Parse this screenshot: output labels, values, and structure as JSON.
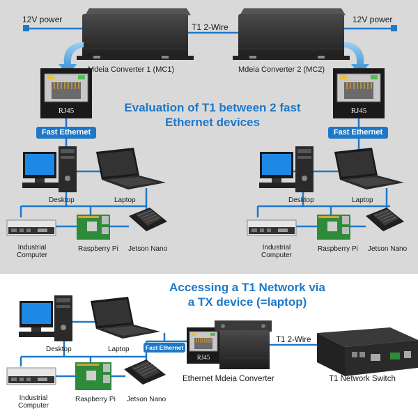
{
  "top": {
    "power_left": "12V power",
    "power_right": "12V power",
    "wire_label": "T1 2-Wire",
    "mc1_label": "Mdeia Converter 1 (MC1)",
    "mc2_label": "Mdeia Converter 2 (MC2)",
    "rj45_left": "RJ45",
    "rj45_right": "RJ45",
    "title_line1": "Evaluation of T1 between 2 fast",
    "title_line2": "Ethernet devices",
    "fe_left": "Fast Ethernet",
    "fe_right": "Fast Ethernet",
    "left_devices": {
      "desktop": "Desktop",
      "laptop": "Laptop",
      "industrial": "Industrial\nComputer",
      "raspberry": "Raspberry Pi",
      "jetson": "Jetson Nano"
    },
    "right_devices": {
      "desktop": "Desktop",
      "laptop": "Laptop",
      "industrial": "Industrial\nComputer",
      "raspberry": "Raspberry Pi",
      "jetson": "Jetson Nano"
    }
  },
  "bottom": {
    "title_line1": "Accessing a T1 Network via",
    "title_line2": "a TX device (=laptop)",
    "fe_label": "Fast Ethernet",
    "rj45": "RJ45",
    "wire_label": "T1 2-Wire",
    "converter_label": "Ethernet Mdeia Converter",
    "switch_label": "T1 Network Switch",
    "devices": {
      "desktop": "Desktop",
      "laptop": "Laptop",
      "industrial": "Industrial\nComputer",
      "raspberry": "Raspberry Pi",
      "jetson": "Jetson Nano"
    }
  },
  "colors": {
    "accent_blue": "#1e78c8",
    "top_background": "#d9d9d9",
    "device_dark": "#2a2a2a"
  }
}
